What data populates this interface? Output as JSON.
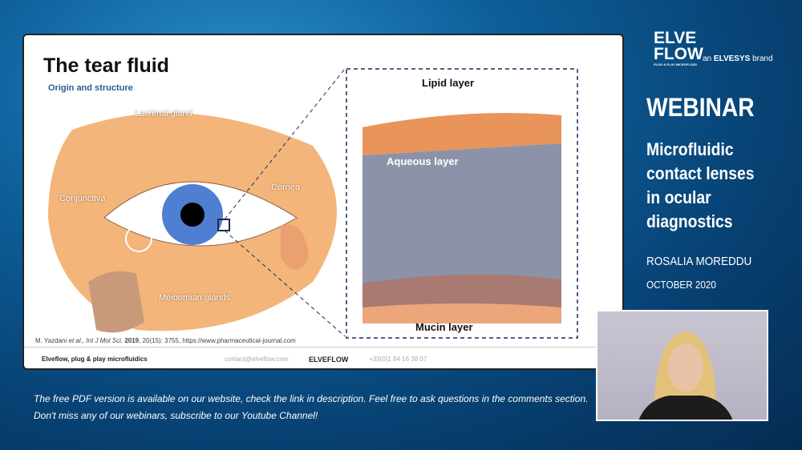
{
  "slide": {
    "title": "The tear fluid",
    "subtitle": "Origin and structure",
    "eye_labels": {
      "lacrimal": "Lacrimal gland",
      "conjunctiva": "Conjunctiva",
      "cornea": "Cornea",
      "meibomian": "Meibomian glands"
    },
    "layer_labels": {
      "lipid": "Lipid layer",
      "aqueous": "Aqueous layer",
      "mucin": "Mucin layer"
    },
    "citation_pre": "M. Yazdani ",
    "citation_etal": "et al., Int J Mol Sci.",
    "citation_year": " 2019",
    "citation_post": ", 20(15): 3755, https://www.pharmaceutical-journal.com",
    "footer": {
      "tagline": "Elveflow, plug & play microfluidics",
      "email": "contact@elveflow.com",
      "logo": "ELVEFLOW",
      "phone": "+33(0)1 84 16 38 07"
    }
  },
  "brand": {
    "logo_line1": "ELVE",
    "logo_line2": "FLOW",
    "logo_small": "PLUG & PLAY MICROFLUIDICS",
    "pre": "an ",
    "name": "ELVESYS",
    "post": " brand"
  },
  "webinar": {
    "label": "WEBINAR",
    "title_lines": [
      "Microfluidic",
      "contact lenses",
      "in ocular",
      "diagnostics"
    ],
    "speaker": "ROSALIA MOREDDU",
    "date": "OCTOBER 2020"
  },
  "notes": [
    "The free PDF version is available on our website, check the link in description. Feel free to ask questions in the comments section.",
    "Don't miss any of our webinars, subscribe to our Youtube Channel!"
  ]
}
